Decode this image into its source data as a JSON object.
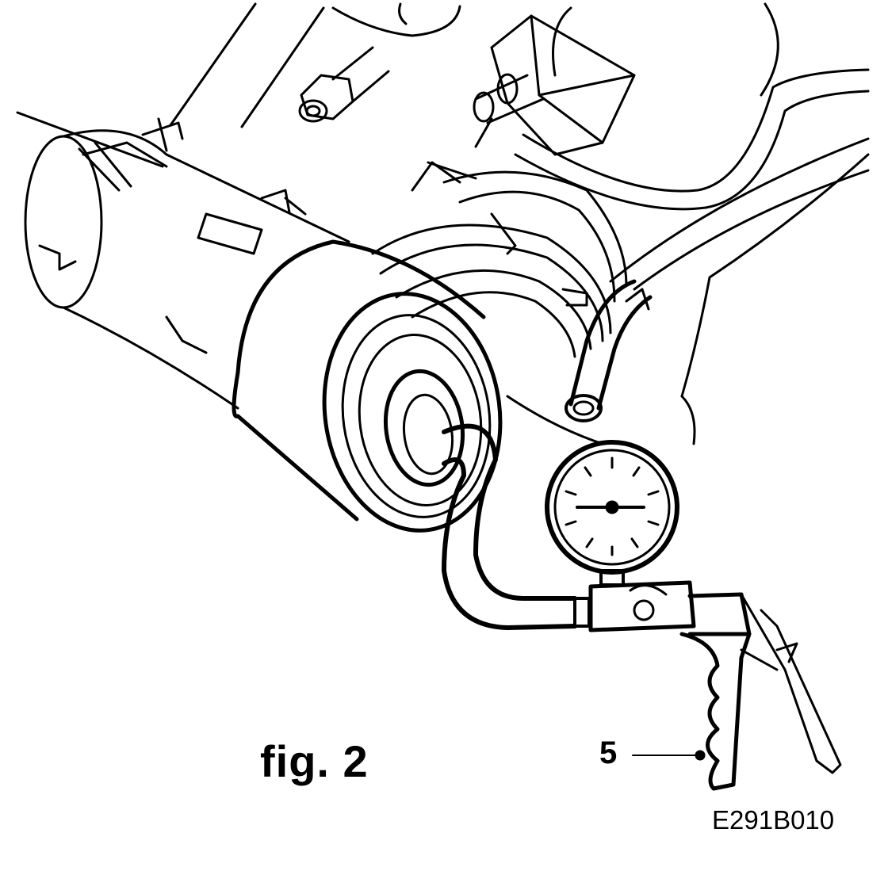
{
  "figure": {
    "label": "fig. 2",
    "code": "E291B010"
  },
  "callouts": [
    {
      "number": "5",
      "target": "pressure-tester-pump-handle"
    }
  ],
  "colors": {
    "ink": "#000000",
    "paper": "#ffffff"
  }
}
